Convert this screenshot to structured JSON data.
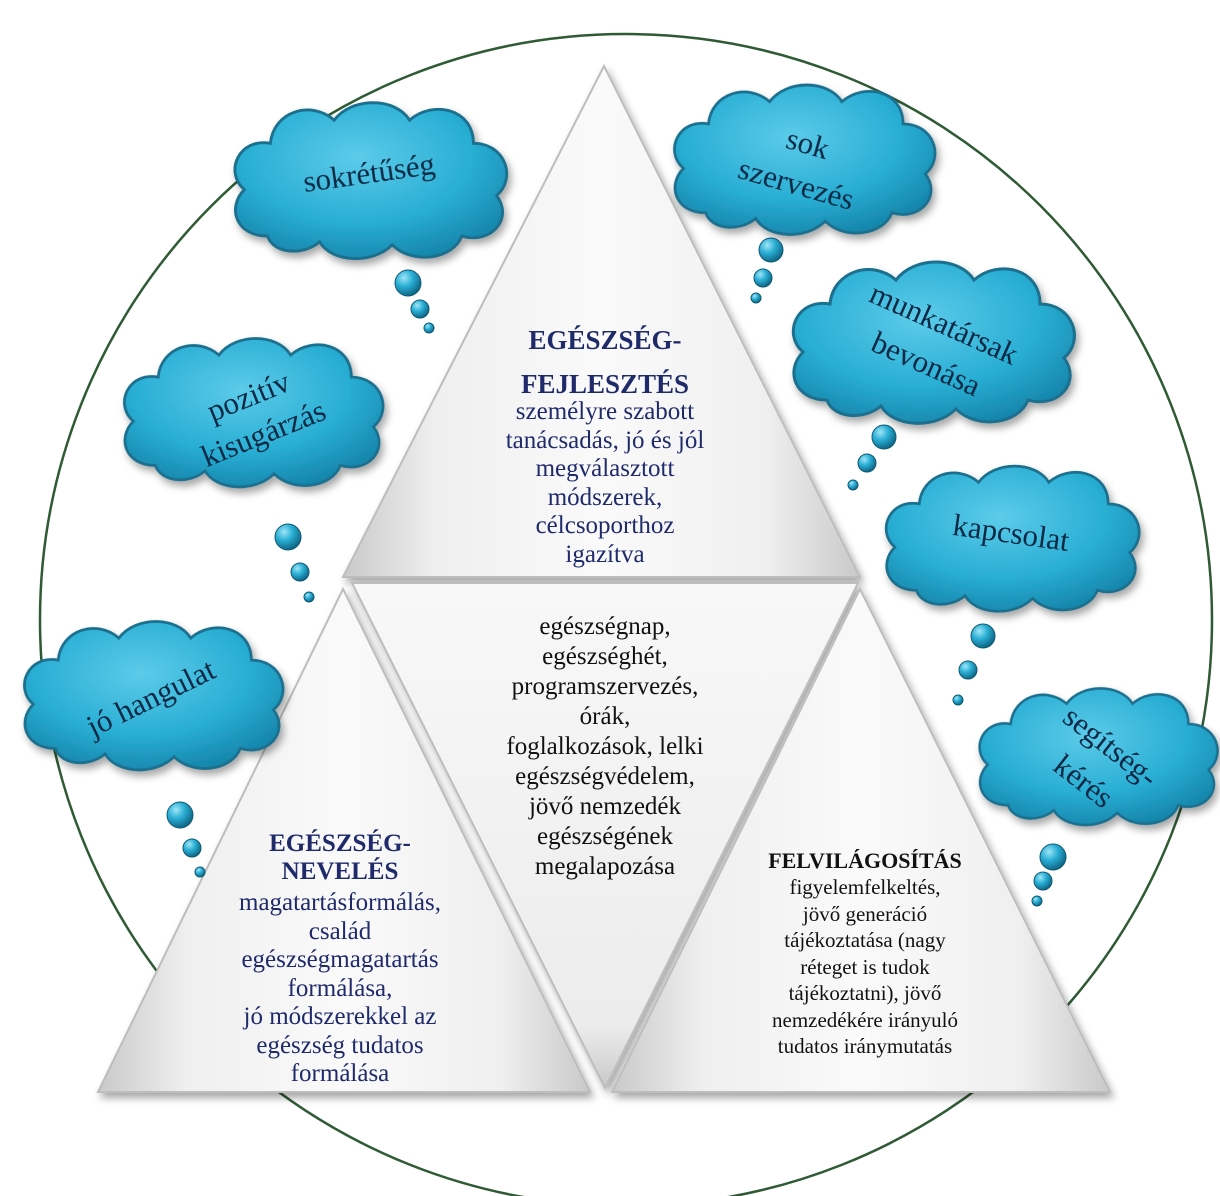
{
  "colors": {
    "circle_stroke": "#2e5a34",
    "cloud_fill": "#29aed4",
    "cloud_stroke": "#1b6f8e",
    "triangle_fill": "#f3f3f3",
    "text_dark_blue": "#1f2a6b",
    "text_black": "#111111"
  },
  "triangles": {
    "top": {
      "title": "EGÉSZSÉG-\nFEJLESZTÉS",
      "body": "személyre szabott\ntanácsadás, jó és jól\nmegválasztott\nmódszerek,\ncélcsoporthoz\nigazítva"
    },
    "center": {
      "body": "egészségnap,\negészséghét,\nprogramszervezés,\nórák,\nfoglalkozások, lelki\negészségvédelem,\njövő nemzedék\negészségének\nmegalapozása"
    },
    "left": {
      "title": "EGÉSZSÉG-\nNEVELÉS",
      "body": "magatartásformálás,\ncsalád\negészségmagatartás\nformálása,\njó módszerekkel az\negészség tudatos\nformálása"
    },
    "right": {
      "title": "FELVILÁGOSÍTÁS",
      "body": "figyelemfelkeltés,\njövő generáció\ntájékoztatása (nagy\nréteget is tudok\ntájékoztatni), jövő\nnemzedékére irányuló\ntudatos iránymutatás"
    }
  },
  "clouds": [
    {
      "id": "sokretuseg",
      "label": "sokrétűség"
    },
    {
      "id": "pozitiv",
      "label": "pozitív\nkisugárzás"
    },
    {
      "id": "jo-hangulat",
      "label": "jó hangulat"
    },
    {
      "id": "sok-szervezes",
      "label": "sok\nszervezés"
    },
    {
      "id": "munkatarsak",
      "label": "munkatársak\nbevonása"
    },
    {
      "id": "kapcsolat",
      "label": "kapcsolat"
    },
    {
      "id": "segitsegkeres",
      "label": "segítség-\nkérés"
    }
  ]
}
